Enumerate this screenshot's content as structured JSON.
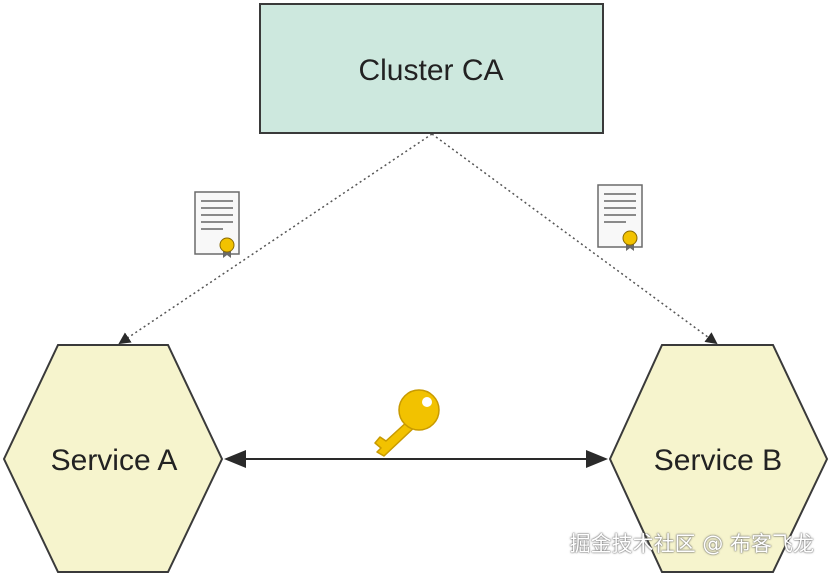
{
  "diagram": {
    "nodes": {
      "ca": {
        "label": "Cluster CA"
      },
      "service_a": {
        "label": "Service A"
      },
      "service_b": {
        "label": "Service B"
      }
    },
    "icons": {
      "certificate_left": "certificate-icon",
      "certificate_right": "certificate-icon",
      "key": "key-icon"
    },
    "edges": [
      {
        "from": "ca",
        "to": "service_a",
        "style": "dotted"
      },
      {
        "from": "ca",
        "to": "service_b",
        "style": "dotted"
      },
      {
        "from": "service_a",
        "to": "service_b",
        "style": "solid",
        "direction": "both"
      }
    ],
    "colors": {
      "ca_fill": "#cde8de",
      "service_fill": "#f6f4cd",
      "outline": "#3a3a3a",
      "key": "#f2c200",
      "cert_seal": "#f2c200"
    }
  },
  "watermark": "掘金技术社区 @ 布客飞龙"
}
